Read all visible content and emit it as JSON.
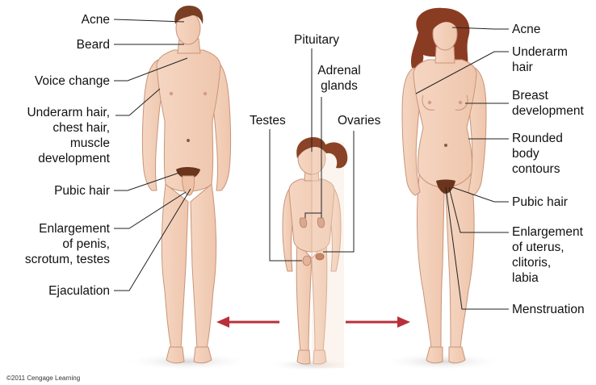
{
  "labels": {
    "male": {
      "acne": "Acne",
      "beard": "Beard",
      "voice_change": "Voice change",
      "underarm_chest_muscle": "Underarm hair,\nchest hair,\nmuscle\ndevelopment",
      "pubic_hair": "Pubic hair",
      "enlargement": "Enlargement\nof penis,\nscrotum, testes",
      "ejaculation": "Ejaculation"
    },
    "child": {
      "pituitary": "Pituitary",
      "adrenal_glands": "Adrenal\nglands",
      "testes": "Testes",
      "ovaries": "Ovaries"
    },
    "female": {
      "acne": "Acne",
      "underarm_hair": "Underarm\nhair",
      "breast_development": "Breast\ndevelopment",
      "rounded_body_contours": "Rounded\nbody\ncontours",
      "pubic_hair": "Pubic hair",
      "enlargement": "Enlargement\nof uterus,\nclitoris,\nlabia",
      "menstruation": "Menstruation"
    }
  },
  "copyright": "©2011 Cengage Learning",
  "colors": {
    "skin": "#f3d3bf",
    "skin_shade": "#e6b69c",
    "skin_outline": "#c99479",
    "male_hair": "#7a3e22",
    "female_hair": "#8a3c22",
    "arrow": "#b8303a",
    "floor": "#e3e3e3",
    "line": "#222222"
  }
}
